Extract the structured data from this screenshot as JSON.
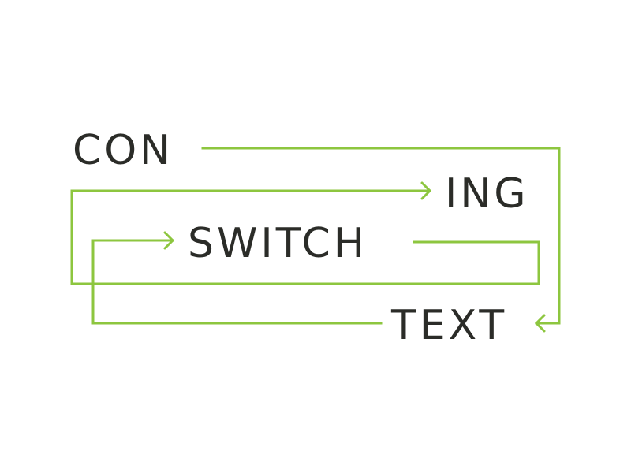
{
  "colors": {
    "text": "#2b2c28",
    "line": "#8dc63f",
    "background": "#ffffff"
  },
  "words": {
    "con": "CON",
    "ing": "ING",
    "switch": "SWITCH",
    "text": "TEXT"
  }
}
